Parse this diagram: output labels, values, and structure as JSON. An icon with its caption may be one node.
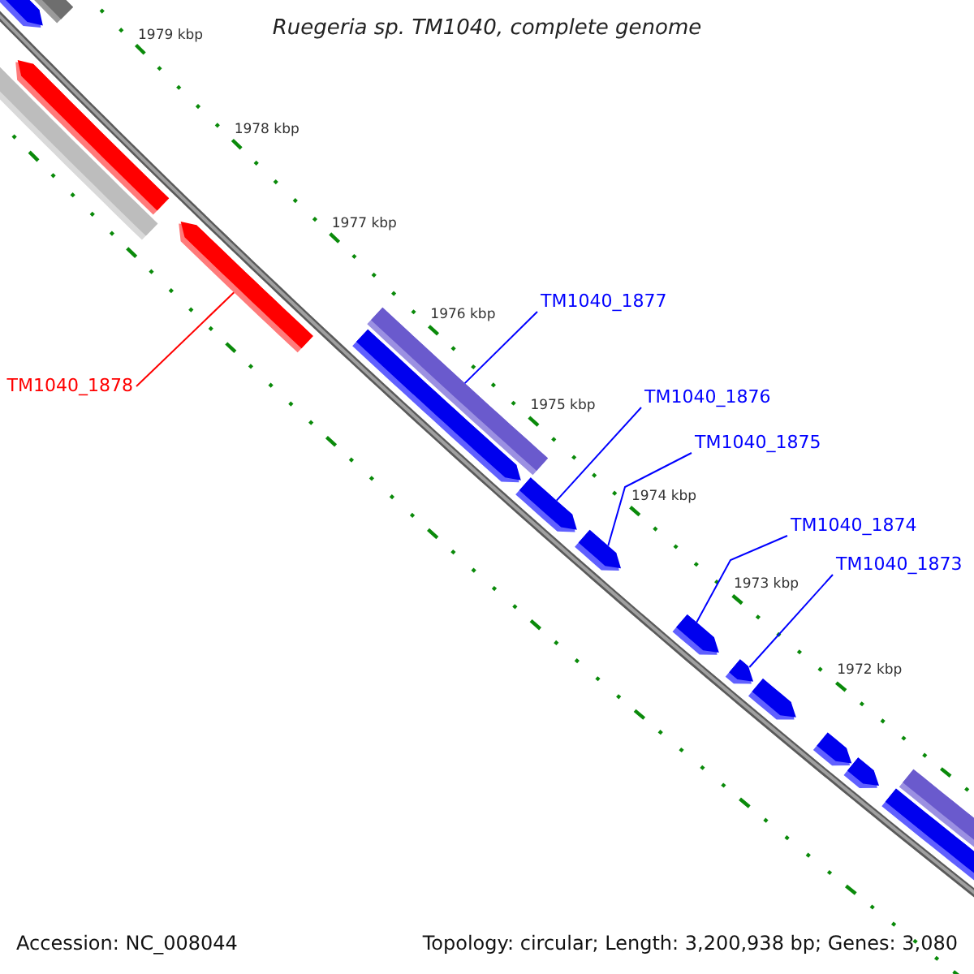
{
  "diagram": {
    "title": "Ruegeria sp. TM1040, complete genome",
    "nodes": [
      {
        "text": [],
        "shape": "arrow"
      },
      {
        "text": [],
        "shape": "bar"
      },
      {
        "text": [],
        "shape": "arrow"
      },
      {
        "text": [],
        "shape": "bar"
      },
      {
        "text": [],
        "shape": "arrow"
      },
      {
        "text": [
          "TM1040_1877"
        ]
      },
      {
        "text": [],
        "shape": "bar"
      },
      {
        "text": [],
        "shape": "arrow"
      },
      {
        "text": [
          "TM1040_1878"
        ]
      },
      {
        "text": [
          "TM1040_1876"
        ]
      },
      {
        "text": [],
        "shape": "arrow"
      },
      {
        "text": [
          "TM1040_1875"
        ]
      },
      {
        "text": [],
        "shape": "arrow"
      },
      {
        "text": [
          "TM1040_1874"
        ]
      },
      {
        "text": [
          "TM1040_1873"
        ]
      },
      {
        "text": [],
        "shape": "arrow"
      },
      {
        "text": [],
        "shape": "arrow"
      },
      {
        "text": [],
        "shape": "arrow"
      },
      {
        "text": [],
        "shape": "arrow"
      },
      {
        "text": [],
        "shape": "arrow"
      },
      {
        "text": [],
        "shape": "bar"
      },
      {
        "text": [],
        "shape": "arrow"
      }
    ],
    "edges": [
      {
        "from": 5,
        "to": 6,
        "arrow": "none"
      },
      {
        "from": 8,
        "to": 4,
        "arrow": "none",
        "color": "#ff0000"
      },
      {
        "from": 9,
        "to": 10,
        "arrow": "none"
      },
      {
        "from": 11,
        "to": 12,
        "arrow": "none"
      },
      {
        "from": 13,
        "to": 15,
        "arrow": "none"
      },
      {
        "from": 14,
        "to": 16,
        "arrow": "none"
      }
    ],
    "labels": [
      "1979 kbp",
      "1978 kbp",
      "1977 kbp",
      "1976 kbp",
      "1975 kbp",
      "1974 kbp",
      "1973 kbp",
      "1972 kbp",
      "Accession: NC_008044",
      "Topology: circular; Length: 3,200,938 bp; Genes: 3,080"
    ]
  }
}
